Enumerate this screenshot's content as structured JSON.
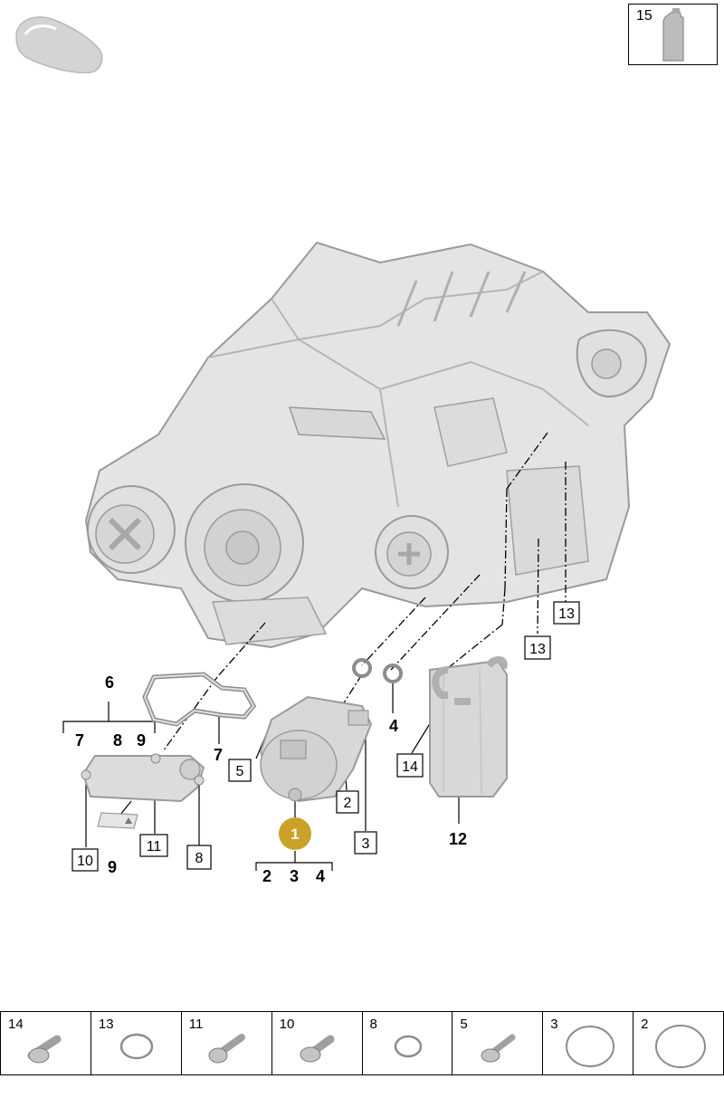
{
  "callouts": {
    "c1": "1",
    "c2": "2",
    "c3": "3",
    "c4": "4",
    "c5": "5",
    "c6": "6",
    "c7a": "7",
    "c7b": "7",
    "c8a": "8",
    "c8b": "8",
    "c9a": "9",
    "c9b": "9",
    "c10": "10",
    "c11": "11",
    "c12": "12",
    "c13a": "13",
    "c13b": "13",
    "c14": "14",
    "c15": "15",
    "g234_2": "2",
    "g234_3": "3",
    "g234_4": "4"
  },
  "strip": [
    {
      "num": "14",
      "icon": "bolt-icon"
    },
    {
      "num": "13",
      "icon": "o-ring-icon"
    },
    {
      "num": "11",
      "icon": "bolt-icon"
    },
    {
      "num": "10",
      "icon": "bolt-icon"
    },
    {
      "num": "8",
      "icon": "o-ring-icon"
    },
    {
      "num": "5",
      "icon": "bolt-icon"
    },
    {
      "num": "3",
      "icon": "o-ring-icon"
    },
    {
      "num": "2",
      "icon": "o-ring-icon"
    }
  ],
  "colors": {
    "highlight": "#c9a227",
    "part_fill": "#e4e4e4",
    "part_stroke": "#9a9a9a"
  }
}
